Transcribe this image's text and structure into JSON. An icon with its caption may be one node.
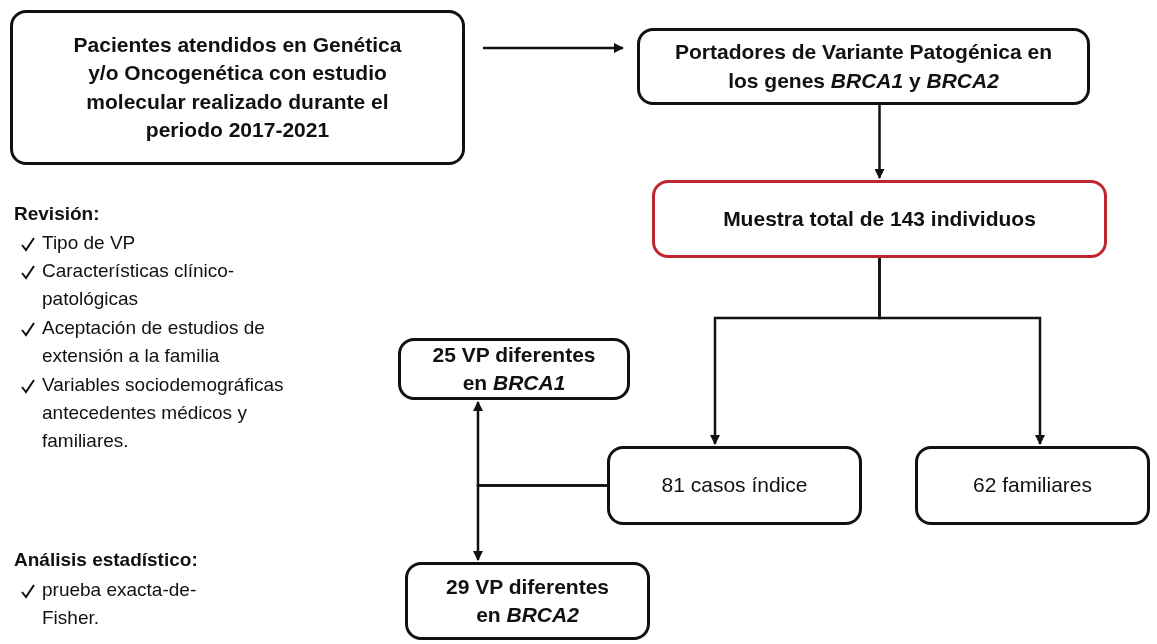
{
  "diagram": {
    "nodes": [
      {
        "text": [
          "Pacientes atendidos en Genética y/o Oncogenética con estudio molecular realizado durante el periodo 2017-2021"
        ]
      },
      {
        "text": [
          "Portadores de Variante Patogénica en los genes *BRCA1* y *BRCA2*"
        ]
      },
      {
        "text": [
          "Muestra total de 143 individuos"
        ]
      },
      {
        "text": [
          "25 VP diferentes en *BRCA1*"
        ]
      },
      {
        "text": [
          "81 casos índice"
        ]
      },
      {
        "text": [
          "62 familiares"
        ]
      },
      {
        "text": [
          "29 VP diferentes en *BRCA2*"
        ]
      }
    ],
    "edges": [
      {
        "from": 0,
        "to": 1,
        "arrow": "to"
      },
      {
        "from": 1,
        "to": 2,
        "arrow": "to"
      },
      {
        "from": 2,
        "to": 4,
        "arrow": "to"
      },
      {
        "from": 2,
        "to": 5,
        "arrow": "to"
      },
      {
        "from": 4,
        "to": 3,
        "arrow": "to"
      },
      {
        "from": 4,
        "to": 6,
        "arrow": "to"
      }
    ],
    "labels": [
      "Revisión:",
      "Tipo de VP",
      "Características clínico-patológicas",
      "Aceptación de estudios de extensión a la familia",
      "Variables sociodemográficas antecedentes médicos y familiares.",
      "Análisis estadístico:",
      "prueba exacta-de-Fisher."
    ]
  }
}
